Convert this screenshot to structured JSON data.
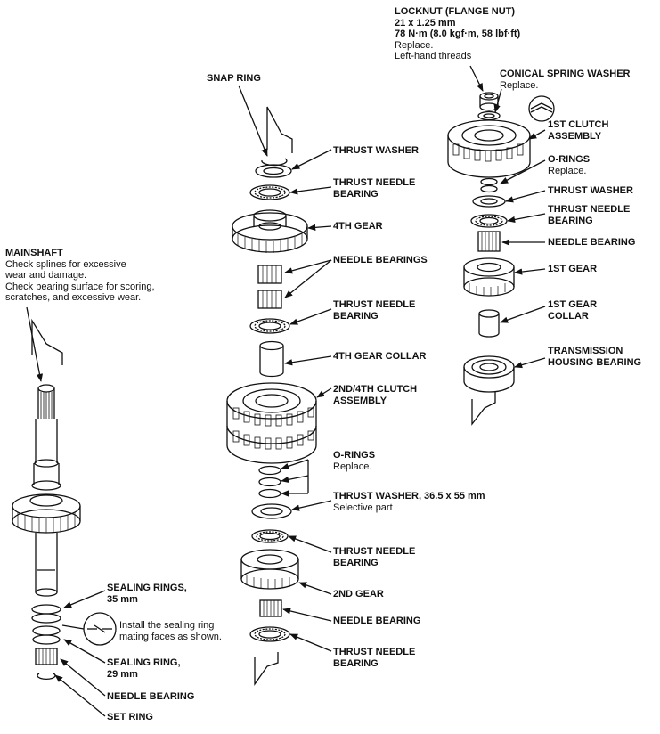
{
  "labels": {
    "locknut": {
      "title": [
        "LOCKNUT (FLANGE NUT)",
        "21 x 1.25 mm",
        "78 N·m (8.0 kgf·m, 58 lbf·ft)"
      ],
      "notes": [
        "Replace.",
        "Left-hand threads"
      ]
    },
    "conical_spring": {
      "title": [
        "CONICAL SPRING WASHER"
      ],
      "notes": [
        "Replace."
      ]
    },
    "first_clutch": {
      "title": [
        "1ST CLUTCH",
        "ASSEMBLY"
      ],
      "notes": []
    },
    "orings_r": {
      "title": [
        "O-RINGS"
      ],
      "notes": [
        "Replace."
      ]
    },
    "thrust_washer_r": {
      "title": [
        "THRUST WASHER"
      ],
      "notes": []
    },
    "tnb_r": {
      "title": [
        "THRUST NEEDLE",
        "BEARING"
      ],
      "notes": []
    },
    "needle_r": {
      "title": [
        "NEEDLE BEARING"
      ],
      "notes": []
    },
    "first_gear": {
      "title": [
        "1ST GEAR"
      ],
      "notes": []
    },
    "first_collar": {
      "title": [
        "1ST GEAR",
        "COLLAR"
      ],
      "notes": []
    },
    "housing_bearing": {
      "title": [
        "TRANSMISSION",
        "HOUSING BEARING"
      ],
      "notes": []
    },
    "snap_ring": {
      "title": [
        "SNAP RING"
      ],
      "notes": []
    },
    "thrust_washer_m": {
      "title": [
        "THRUST WASHER"
      ],
      "notes": []
    },
    "tnb_m1": {
      "title": [
        "THRUST NEEDLE",
        "BEARING"
      ],
      "notes": []
    },
    "fourth_gear": {
      "title": [
        "4TH GEAR"
      ],
      "notes": []
    },
    "needle_bearings": {
      "title": [
        "NEEDLE BEARINGS"
      ],
      "notes": []
    },
    "tnb_m2": {
      "title": [
        "THRUST NEEDLE",
        "BEARING"
      ],
      "notes": []
    },
    "fourth_collar": {
      "title": [
        "4TH GEAR COLLAR"
      ],
      "notes": []
    },
    "clutch_24": {
      "title": [
        "2ND/4TH CLUTCH",
        "ASSEMBLY"
      ],
      "notes": []
    },
    "orings_m": {
      "title": [
        "O-RINGS"
      ],
      "notes": [
        "Replace."
      ]
    },
    "thrust_36": {
      "title": [
        "THRUST WASHER, 36.5 x 55 mm"
      ],
      "notes": [
        "Selective part"
      ]
    },
    "tnb_m3": {
      "title": [
        "THRUST NEEDLE",
        "BEARING"
      ],
      "notes": []
    },
    "second_gear": {
      "title": [
        "2ND GEAR"
      ],
      "notes": []
    },
    "needle_m": {
      "title": [
        "NEEDLE BEARING"
      ],
      "notes": []
    },
    "tnb_m4": {
      "title": [
        "THRUST NEEDLE",
        "BEARING"
      ],
      "notes": []
    },
    "mainshaft": {
      "title": [
        "MAINSHAFT"
      ],
      "notes": [
        "Check splines for excessive",
        "wear and damage.",
        "Check bearing surface for scoring,",
        "scratches, and excessive wear."
      ]
    },
    "sealing_35": {
      "title": [
        "SEALING RINGS,",
        "35 mm"
      ],
      "notes": []
    },
    "install_note": {
      "title": [],
      "notes": [
        "Install the sealing ring",
        "mating faces as shown."
      ]
    },
    "sealing_29": {
      "title": [
        "SEALING RING,",
        "29 mm"
      ],
      "notes": []
    },
    "needle_l": {
      "title": [
        "NEEDLE BEARING"
      ],
      "notes": []
    },
    "set_ring": {
      "title": [
        "SET RING"
      ],
      "notes": []
    }
  }
}
